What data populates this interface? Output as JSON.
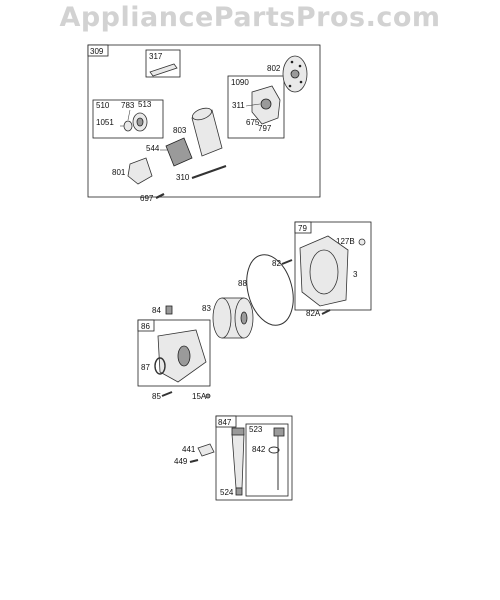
{
  "watermark": "AppliancePartsPros.com",
  "groups": {
    "g309": "309",
    "g317": "317",
    "g510": "510",
    "g1090": "1090",
    "g79": "79",
    "g86": "86",
    "g847": "847",
    "g523": "523"
  },
  "labels": {
    "l802": "802",
    "l311": "311",
    "l675": "675",
    "l797": "797",
    "l783": "783",
    "l513": "513",
    "l1051": "1051",
    "l803": "803",
    "l544": "544",
    "l801": "801",
    "l310": "310",
    "l697": "697",
    "l127b": "127B",
    "l82": "82",
    "l3": "3",
    "l88": "88",
    "l84": "84",
    "l83": "83",
    "l82a": "82A",
    "l87": "87",
    "l85": "85",
    "l15a": "15A",
    "l441": "441",
    "l449": "449",
    "l842": "842",
    "l524": "524"
  }
}
